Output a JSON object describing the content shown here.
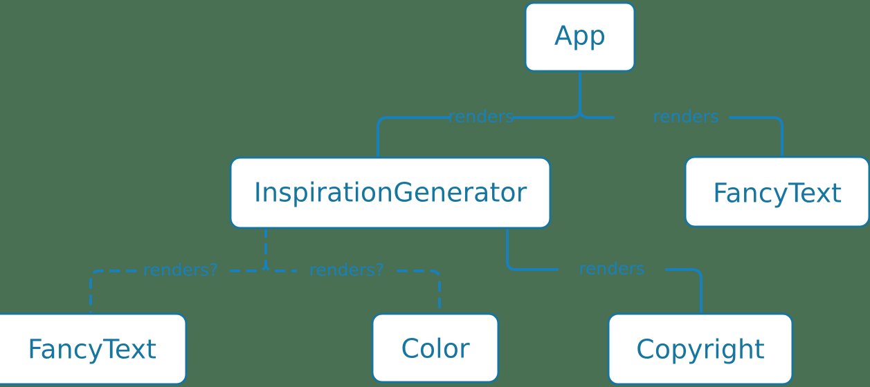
{
  "diagram": {
    "type": "component-tree",
    "background_color": "#4a7053",
    "node_fill": "#ffffff",
    "node_border_color": "#17749c",
    "node_text_color": "#16769f",
    "edge_color": "#1881bb",
    "nodes": [
      {
        "id": "app",
        "label": "App"
      },
      {
        "id": "inspiration_generator",
        "label": "InspirationGenerator"
      },
      {
        "id": "fancytext_right",
        "label": "FancyText"
      },
      {
        "id": "fancytext_bottom",
        "label": "FancyText"
      },
      {
        "id": "color",
        "label": "Color"
      },
      {
        "id": "copyright",
        "label": "Copyright"
      }
    ],
    "edges": [
      {
        "from": "app",
        "to": "inspiration_generator",
        "label": "renders",
        "style": "solid"
      },
      {
        "from": "app",
        "to": "fancytext_right",
        "label": "renders",
        "style": "solid"
      },
      {
        "from": "inspiration_generator",
        "to": "fancytext_bottom",
        "label": "renders?",
        "style": "dashed"
      },
      {
        "from": "inspiration_generator",
        "to": "color",
        "label": "renders?",
        "style": "dashed"
      },
      {
        "from": "inspiration_generator",
        "to": "copyright",
        "label": "renders",
        "style": "solid"
      }
    ]
  }
}
